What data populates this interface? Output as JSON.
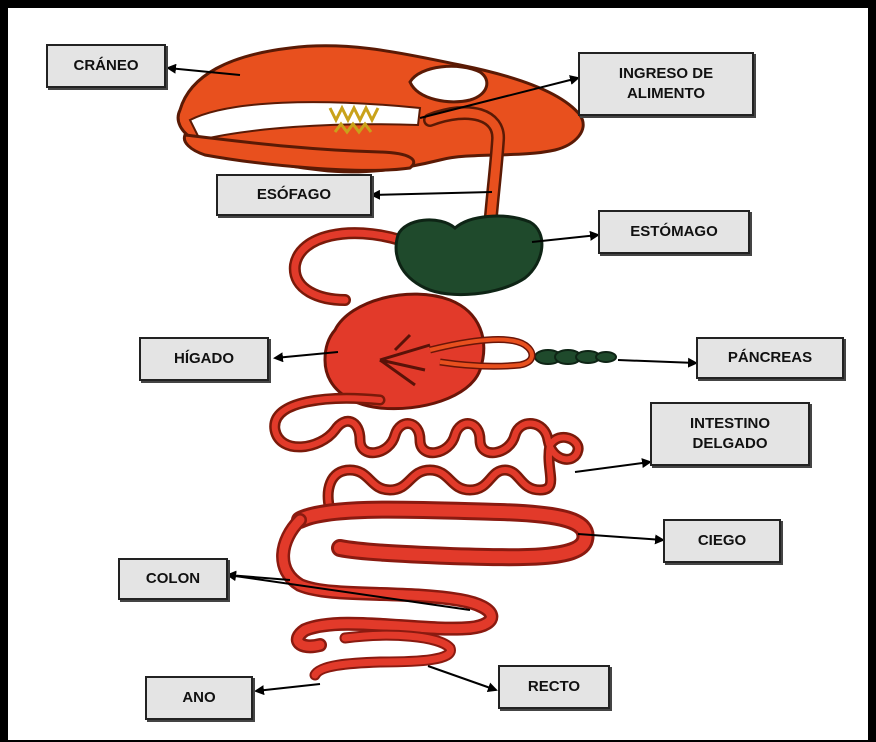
{
  "labels": {
    "craneo": "CRÁNEO",
    "ingreso": "INGRESO DE\nALIMENTO",
    "esofago": "ESÓFAGO",
    "estomago": "ESTÓMAGO",
    "higado": "HÍGADO",
    "pancreas": "PÁNCREAS",
    "intestino": "INTESTINO\nDELGADO",
    "ciego": "CIEGO",
    "colon": "COLON",
    "ano": "ANO",
    "recto": "RECTO"
  },
  "colors": {
    "skull": "#e8501e",
    "organ_red": "#e23a2a",
    "stomach_green": "#1f4a2c",
    "label_bg": "#e4e4e4",
    "frame": "#000000"
  }
}
